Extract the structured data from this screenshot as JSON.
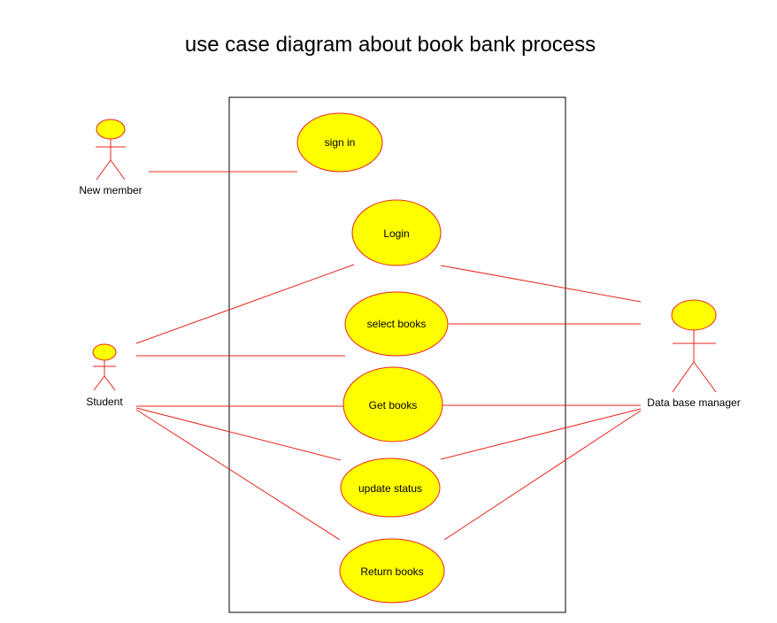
{
  "title": "use case diagram about book bank process",
  "colors": {
    "line": "#e8241c",
    "fill": "#ffff00",
    "border": "#000000",
    "text": "#000000"
  },
  "actors": {
    "new_member": "New member",
    "student": "Student",
    "db_manager": "Data base manager"
  },
  "use_cases": {
    "sign_in": "sign in",
    "login": "Login",
    "select_books": "select books",
    "get_books": "Get books",
    "update_status": "update status",
    "return_books": "Return books"
  },
  "associations": [
    [
      "New member",
      "sign in"
    ],
    [
      "Student",
      "Login"
    ],
    [
      "Student",
      "select books"
    ],
    [
      "Student",
      "Get books"
    ],
    [
      "Student",
      "update status"
    ],
    [
      "Student",
      "Return books"
    ],
    [
      "Data base manager",
      "Login"
    ],
    [
      "Data base manager",
      "select books"
    ],
    [
      "Data base manager",
      "Get books"
    ],
    [
      "Data base manager",
      "update status"
    ],
    [
      "Data base manager",
      "Return books"
    ]
  ]
}
